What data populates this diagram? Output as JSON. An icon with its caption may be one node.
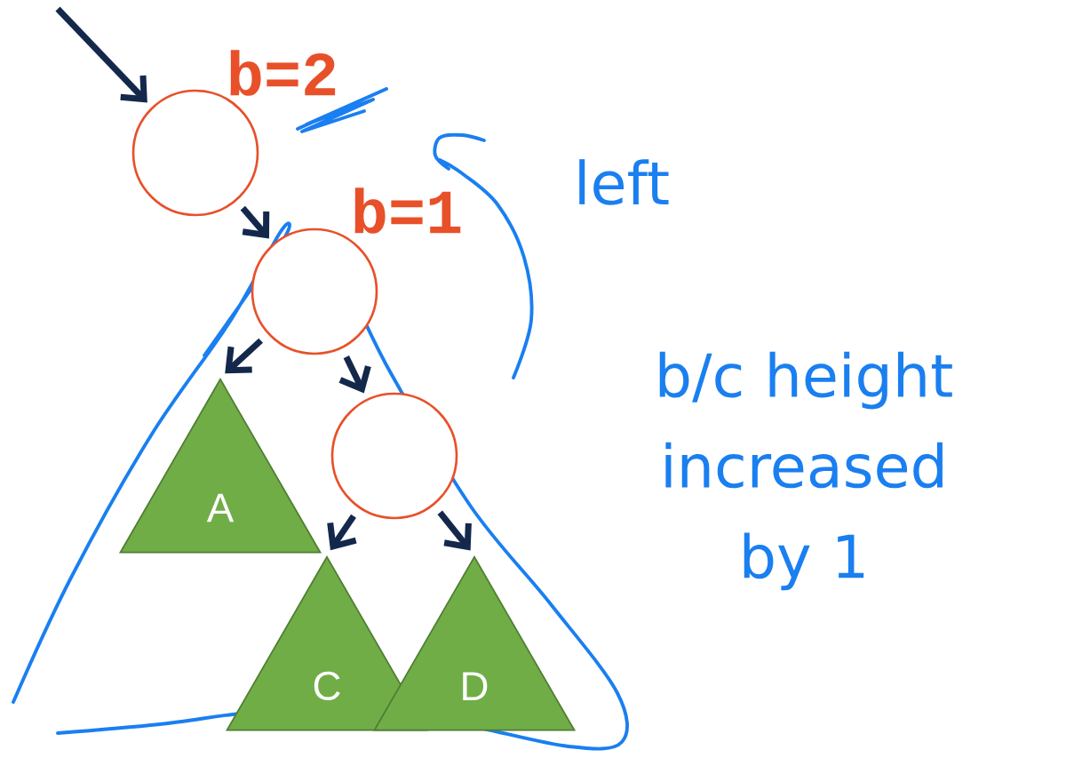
{
  "diagram": {
    "nodes": [
      {
        "text": [],
        "shape": "circle",
        "beside": [
          "b=2"
        ]
      },
      {
        "text": [],
        "shape": "circle",
        "beside": [
          "b=1"
        ]
      },
      {
        "text": [
          "A"
        ]
      },
      {
        "text": [],
        "shape": "circle"
      },
      {
        "text": [
          "C"
        ]
      },
      {
        "text": [
          "D"
        ]
      }
    ],
    "edges": [
      {
        "from": null,
        "to": 0,
        "arrow": "to"
      },
      {
        "from": 0,
        "to": 1,
        "arrow": "to"
      },
      {
        "from": 1,
        "to": 2,
        "arrow": "to"
      },
      {
        "from": 1,
        "to": 3,
        "arrow": "to"
      },
      {
        "from": 3,
        "to": 4,
        "arrow": "to"
      },
      {
        "from": 3,
        "to": 5,
        "arrow": "to"
      }
    ],
    "labels": [
      "left",
      "b/c height increased by 1"
    ]
  }
}
